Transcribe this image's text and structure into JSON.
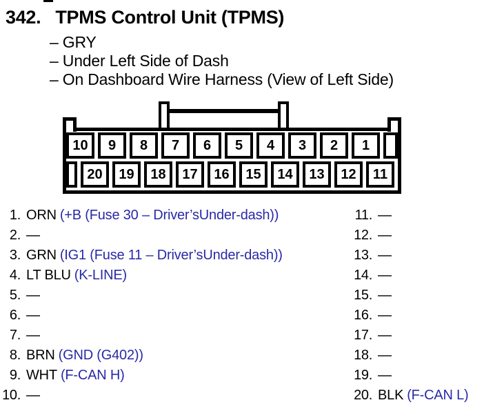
{
  "header": {
    "section_number": "342.",
    "title": "TPMS Control Unit (TPMS)"
  },
  "details": [
    "– GRY",
    "– Under Left Side of Dash",
    "– On Dashboard Wire Harness (View of Left Side)"
  ],
  "connector": {
    "top_row": [
      "10",
      "9",
      "8",
      "7",
      "6",
      "5",
      "4",
      "3",
      "2",
      "1"
    ],
    "bottom_row": [
      "20",
      "19",
      "18",
      "17",
      "16",
      "15",
      "14",
      "13",
      "12",
      "11"
    ]
  },
  "pin_list": {
    "left": [
      {
        "num": "1.",
        "color": "ORN",
        "func": "(+B (Fuse 30 – Driver’sUnder-dash))"
      },
      {
        "num": "2.",
        "color": "—",
        "func": ""
      },
      {
        "num": "3.",
        "color": "GRN",
        "func": "(IG1 (Fuse 11 – Driver’sUnder-dash))"
      },
      {
        "num": "4.",
        "color": "LT BLU",
        "func": "(K-LINE)"
      },
      {
        "num": "5.",
        "color": "—",
        "func": ""
      },
      {
        "num": "6.",
        "color": "—",
        "func": ""
      },
      {
        "num": "7.",
        "color": "—",
        "func": ""
      },
      {
        "num": "8.",
        "color": "BRN",
        "func": "(GND (G402))"
      },
      {
        "num": "9.",
        "color": "WHT",
        "func": "(F-CAN H)"
      },
      {
        "num": "10.",
        "color": "—",
        "func": ""
      }
    ],
    "right": [
      {
        "num": "11.",
        "color": "—",
        "func": ""
      },
      {
        "num": "12.",
        "color": "—",
        "func": ""
      },
      {
        "num": "13.",
        "color": "—",
        "func": ""
      },
      {
        "num": "14.",
        "color": "—",
        "func": ""
      },
      {
        "num": "15.",
        "color": "—",
        "func": ""
      },
      {
        "num": "16.",
        "color": "—",
        "func": ""
      },
      {
        "num": "17.",
        "color": "—",
        "func": ""
      },
      {
        "num": "18.",
        "color": "—",
        "func": ""
      },
      {
        "num": "19.",
        "color": "—",
        "func": ""
      },
      {
        "num": "20.",
        "color": "BLK",
        "func": "(F-CAN L)"
      }
    ]
  },
  "colors": {
    "ink": "#000000",
    "function_blue": "#2929a8",
    "background": "#ffffff"
  }
}
